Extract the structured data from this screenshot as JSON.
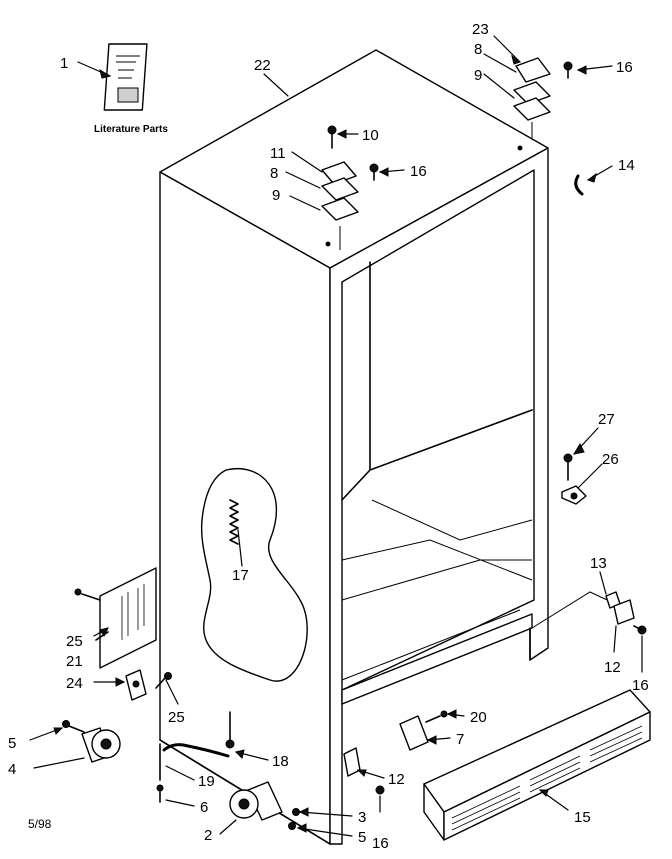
{
  "literature_label": "Literature Parts",
  "date_code": "5/98",
  "callouts": [
    "1",
    "22",
    "23",
    "8",
    "9",
    "16",
    "10",
    "11",
    "8",
    "16",
    "9",
    "14",
    "27",
    "26",
    "17",
    "13",
    "25",
    "21",
    "24",
    "25",
    "12",
    "16",
    "20",
    "7",
    "5",
    "4",
    "18",
    "19",
    "12",
    "6",
    "3",
    "2",
    "5",
    "16",
    "15"
  ]
}
